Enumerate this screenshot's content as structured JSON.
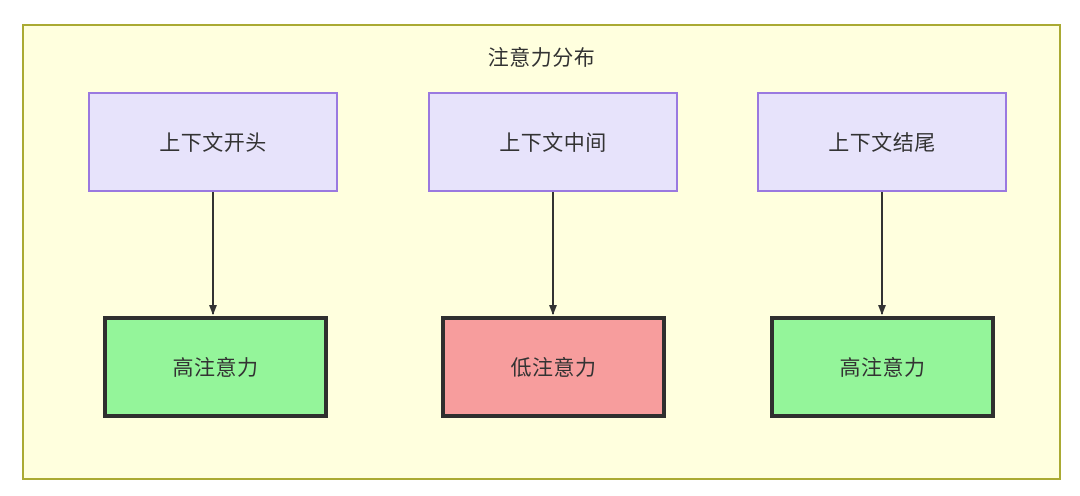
{
  "diagram": {
    "title": "注意力分布",
    "colors": {
      "container_fill": "#ffffde",
      "container_border": "#aaaa33",
      "context_fill": "#e7e3fb",
      "context_border": "#9a79e0",
      "high_attention_fill": "#94f59a",
      "low_attention_fill": "#f79d9d",
      "outcome_border": "#2f2f2f",
      "edge": "#333333",
      "text": "#333333"
    },
    "columns": [
      {
        "context_label": "上下文开头",
        "outcome_label": "高注意力",
        "outcome_kind": "high"
      },
      {
        "context_label": "上下文中间",
        "outcome_label": "低注意力",
        "outcome_kind": "low"
      },
      {
        "context_label": "上下文结尾",
        "outcome_label": "高注意力",
        "outcome_kind": "high"
      }
    ]
  }
}
